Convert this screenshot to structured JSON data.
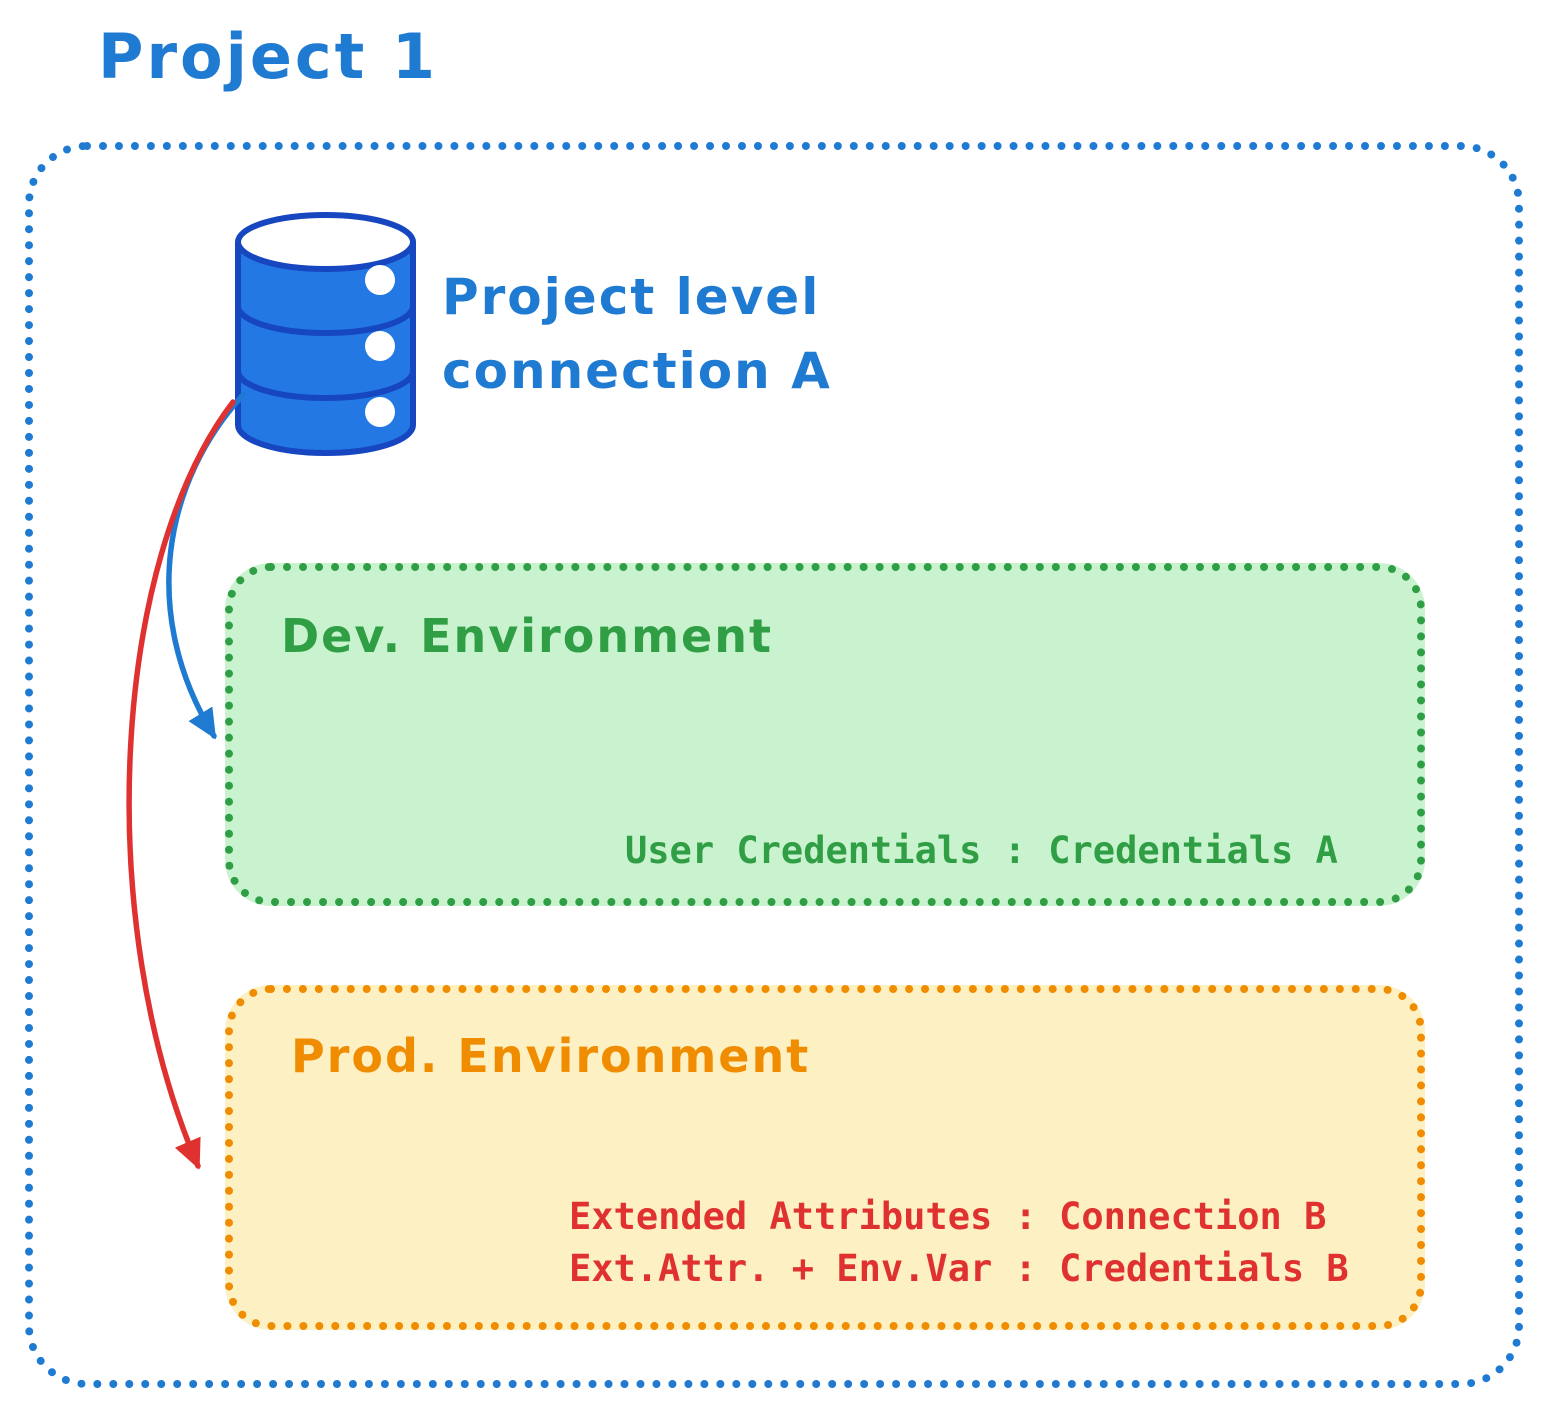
{
  "title": "Project 1",
  "database": {
    "icon": "database-cylinder-icon",
    "label_line1": "Project level",
    "label_line2": "connection A"
  },
  "environments": {
    "dev": {
      "title": "Dev. Environment",
      "credentials": "User Credentials : Credentials A"
    },
    "prod": {
      "title": "Prod. Environment",
      "line1": "Extended Attributes : Connection B",
      "line2": "Ext.Attr. + Env.Var : Credentials B"
    }
  },
  "arrows": {
    "dev_arrow": "database-to-dev-environment",
    "prod_arrow": "database-to-prod-environment"
  },
  "colors": {
    "blue": "#1f7ad1",
    "db_fill": "#2478e4",
    "db_stroke": "#1747c0",
    "green": "#2f9e44",
    "green_bg": "#c9f2cf",
    "orange": "#f08c00",
    "orange_bg": "#fdf0c2",
    "red": "#e03131"
  }
}
